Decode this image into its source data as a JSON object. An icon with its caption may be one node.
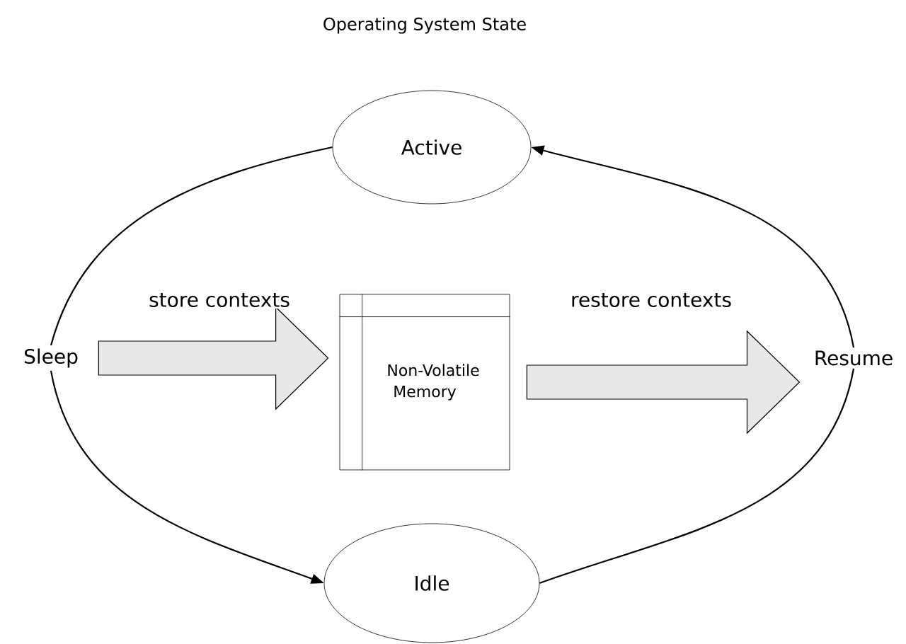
{
  "diagram": {
    "title": "Operating System State",
    "nodes": [
      {
        "text": [
          "Active"
        ]
      },
      {
        "text": [
          "Sleep"
        ]
      },
      {
        "text": [
          "Non-Volatile Memory"
        ]
      },
      {
        "text": [
          "Resume"
        ]
      },
      {
        "text": [
          "Idle"
        ]
      }
    ],
    "edges": [
      {
        "from": 0,
        "to": 1,
        "arrow": "none"
      },
      {
        "from": 1,
        "to": 4,
        "arrow": "to"
      },
      {
        "from": 4,
        "to": 3,
        "arrow": "none"
      },
      {
        "from": 3,
        "to": 0,
        "arrow": "to"
      },
      {
        "from": 1,
        "to": 2,
        "arrow": "to",
        "label": "store contexts",
        "style": "thick"
      },
      {
        "from": 2,
        "to": 3,
        "arrow": "to",
        "label": "restore contexts",
        "style": "thick"
      }
    ]
  }
}
